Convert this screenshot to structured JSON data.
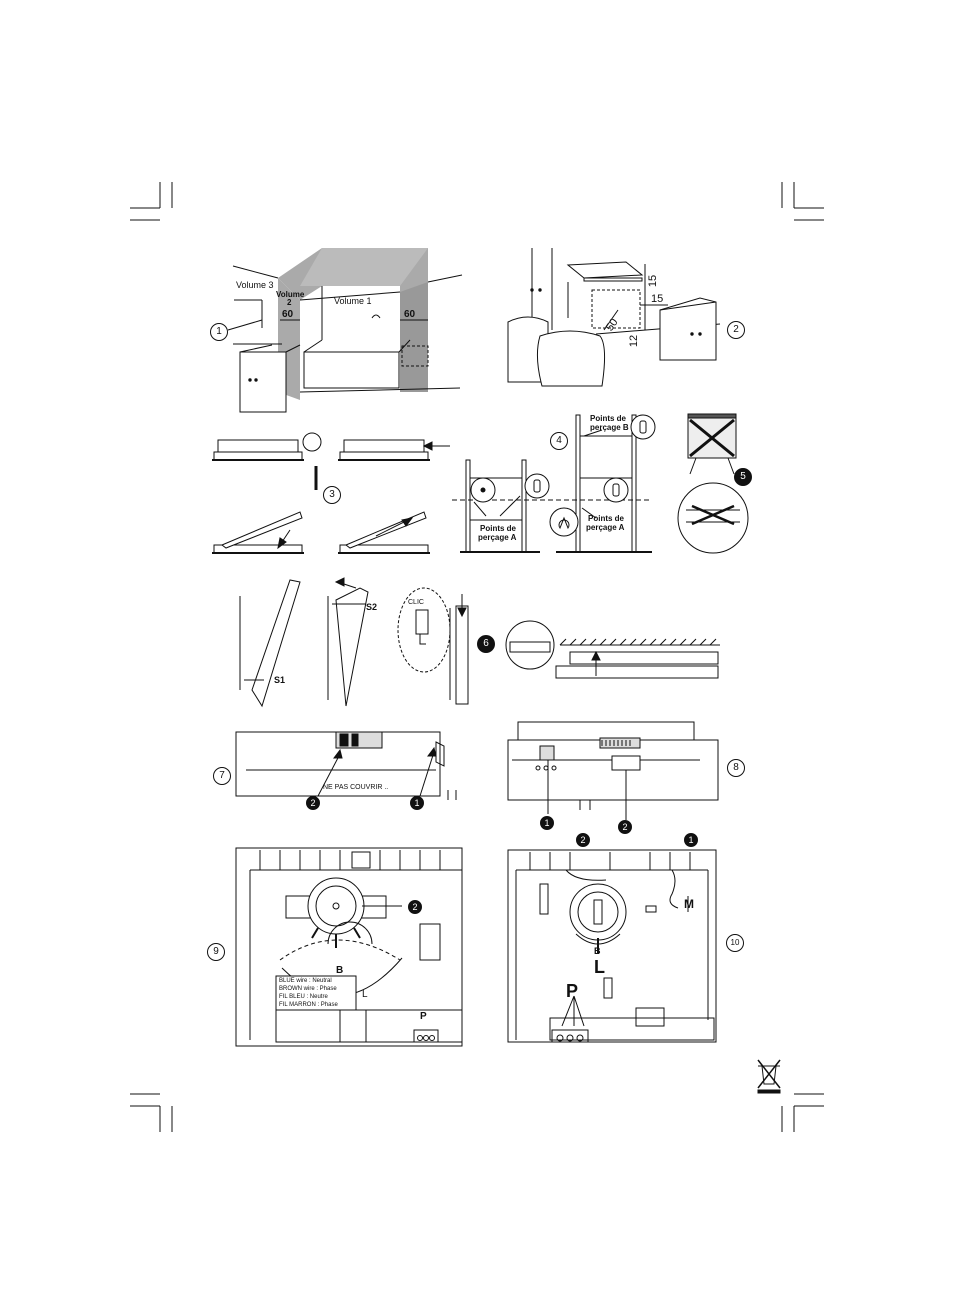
{
  "fig1": {
    "number": "1",
    "volume3": "Volume 3",
    "volume2_line1": "Volume",
    "volume2_line2": "2",
    "volume1": "Volume 1",
    "dim_left": "60",
    "dim_right": "60"
  },
  "fig2": {
    "number": "2",
    "dim_top": "15",
    "dim_side": "15",
    "dim_front": "50",
    "dim_bottom": "12"
  },
  "fig3": {
    "number": "3"
  },
  "fig4": {
    "number": "4",
    "points_b_line1": "Points de",
    "points_b_line2": "perçage B",
    "points_a_left_line1": "Points de",
    "points_a_left_line2": "perçage A",
    "points_a_right_line1": "Points de",
    "points_a_right_line2": "perçage A"
  },
  "fig5": {
    "number": "5"
  },
  "fig6": {
    "number": "6",
    "s1": "S1",
    "s2": "S2",
    "clic": "CLIC"
  },
  "fig7": {
    "number": "7",
    "warning": "NE PAS COUVRIR ..",
    "callout1": "1",
    "callout2": "2"
  },
  "fig8": {
    "number": "8",
    "callout1": "1",
    "callout2": "2"
  },
  "fig9": {
    "number": "9",
    "callout2": "2",
    "label_b": "B",
    "label_l": "L",
    "label_p": "P",
    "wiring": [
      "BLUE wire : Neutral",
      "BROWN wire : Phase",
      "FIL BLEU : Neutre",
      "FIL MARRON : Phase"
    ]
  },
  "fig10": {
    "number": "10",
    "callout1": "1",
    "callout2": "2",
    "label_m": "M",
    "label_b": "B",
    "label_l": "L",
    "label_p": "P"
  },
  "icons": {
    "weee": "weee-bin-icon"
  }
}
